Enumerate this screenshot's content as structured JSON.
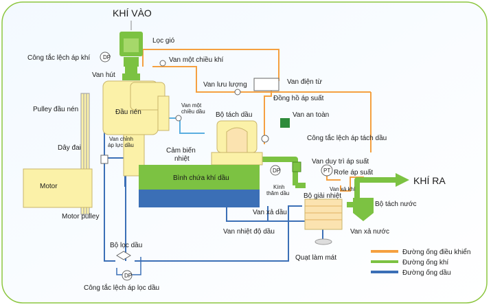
{
  "title_in": "KHÍ VÀO",
  "title_out": "KHÍ RA",
  "labels": {
    "loc_gio": "Lọc gió",
    "cong_tac_lech_ap_khi": "Công tắc lệch áp khí",
    "van_mot_chieu_khi": "Van một chiều khí",
    "van_hut": "Van hút",
    "van_luu_luong": "Van lưu lượng",
    "van_dien_tu": "Van điện từ",
    "dong_ho_ap_suat": "Đồng hồ áp suất",
    "pulley_dau_nen": "Pulley đầu nén",
    "dau_nen": "Đầu nén",
    "van_mot_chieu_dau_1": "Van một",
    "van_mot_chieu_dau_2": "chiều dầu",
    "bo_tach_dau": "Bộ tách dầu",
    "van_an_toan": "Van an toàn",
    "day_dai": "Dây đai",
    "van_chinh_1": "Van chỉnh",
    "van_chinh_2": "áp lực dầu",
    "cam_bien_1": "Cảm biến",
    "cam_bien_2": "nhiệt",
    "cong_tac_lech_ap_tach_dau": "Công tắc lệch áp tách dầu",
    "van_duy_tri": "Van duy trì áp suất",
    "role_ap_suat": "Rơle áp suất",
    "binh_chua": "Bình chứa khí dầu",
    "motor": "Motor",
    "kinh_1": "Kính",
    "kinh_2": "thăm dầu",
    "van_xa_khi": "Van xả khí",
    "bo_giai_nhiet": "Bộ giải nhiệt",
    "bo_tach_nuoc": "Bộ tách nước",
    "motor_pulley": "Motor pulley",
    "van_xa_dau": "Van xả dầu",
    "van_nhiet_do_dau": "Van nhiệt độ dầu",
    "van_xa_nuoc": "Van xả nước",
    "bo_loc_dau": "Bộ lọc dầu",
    "quat_lam_mat": "Quạt làm mát",
    "cong_tac_lech_ap_loc_dau": "Công tắc lệch áp lọc dầu",
    "dp": "DP",
    "pt": "PT"
  },
  "legend": [
    {
      "label": "Đường ống điều khiển",
      "color": "#f5a040"
    },
    {
      "label": "Đường ống khí",
      "color": "#7cc242"
    },
    {
      "label": "Đường ống dầu",
      "color": "#3b6fb6"
    }
  ],
  "colors": {
    "control": "#f5a040",
    "air": "#7cc242",
    "oil": "#3b6fb6",
    "oil_light": "#5aaee0",
    "component": "#fbf1a8",
    "frame": "#8cc63f"
  }
}
